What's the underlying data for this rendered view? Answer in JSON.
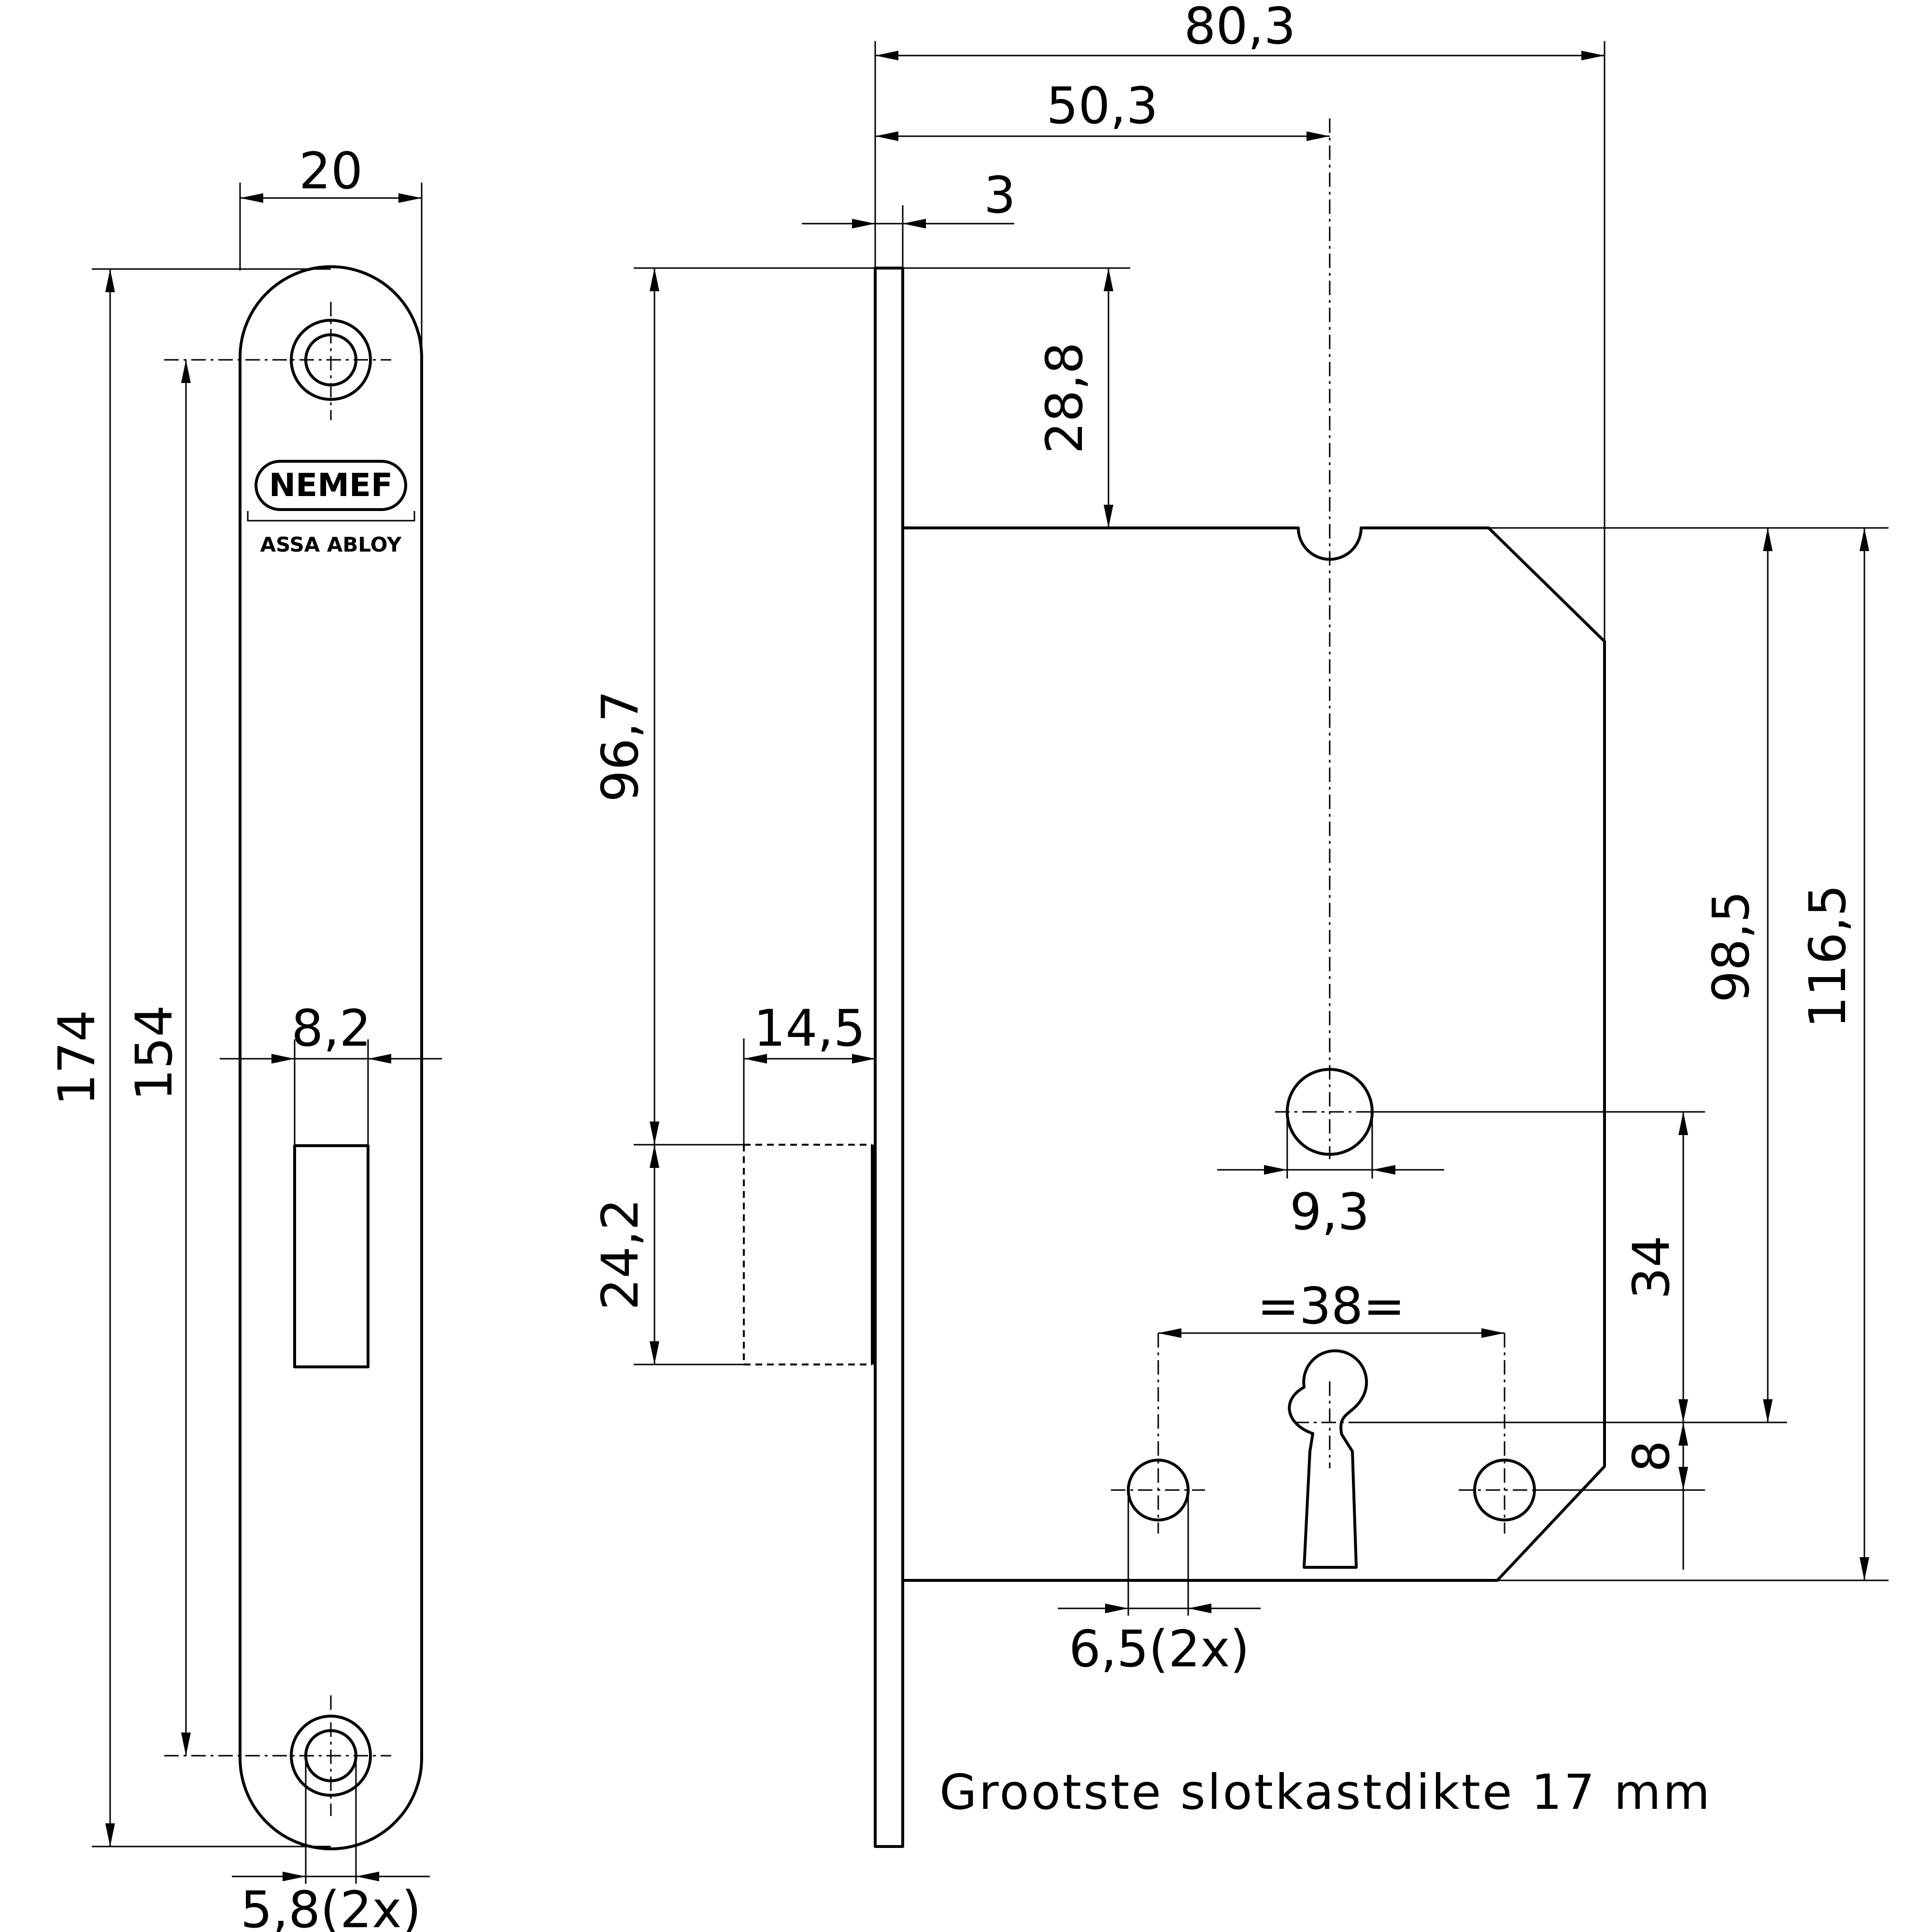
{
  "diagram": {
    "title": "Mortise lock technical drawing",
    "strike_plate": {
      "brand": "NEMEF",
      "brand_sub": "ASSA ABLOY",
      "dims": {
        "width": "20",
        "height": "174",
        "hole_pitch": "154",
        "slot_width": "8,2",
        "hole_diameter": "5,8(2x)"
      }
    },
    "lock_case": {
      "dims": {
        "total_depth": "80,3",
        "backset": "50,3",
        "faceplate_thickness": "3",
        "top_to_case": "28,8",
        "top_to_latch": "96,7",
        "latch_height": "24,2",
        "latch_throw": "14,5",
        "follower_diameter": "9,3",
        "screw_spacing": "=38=",
        "follower_to_keyhole": "34",
        "keyhole_to_screws": "8",
        "top_case_to_keyhole": "98,5",
        "case_height": "116,5",
        "screw_hole_diameter": "6,5(2x)"
      }
    },
    "note": "Grootste slotkastdikte 17 mm"
  }
}
